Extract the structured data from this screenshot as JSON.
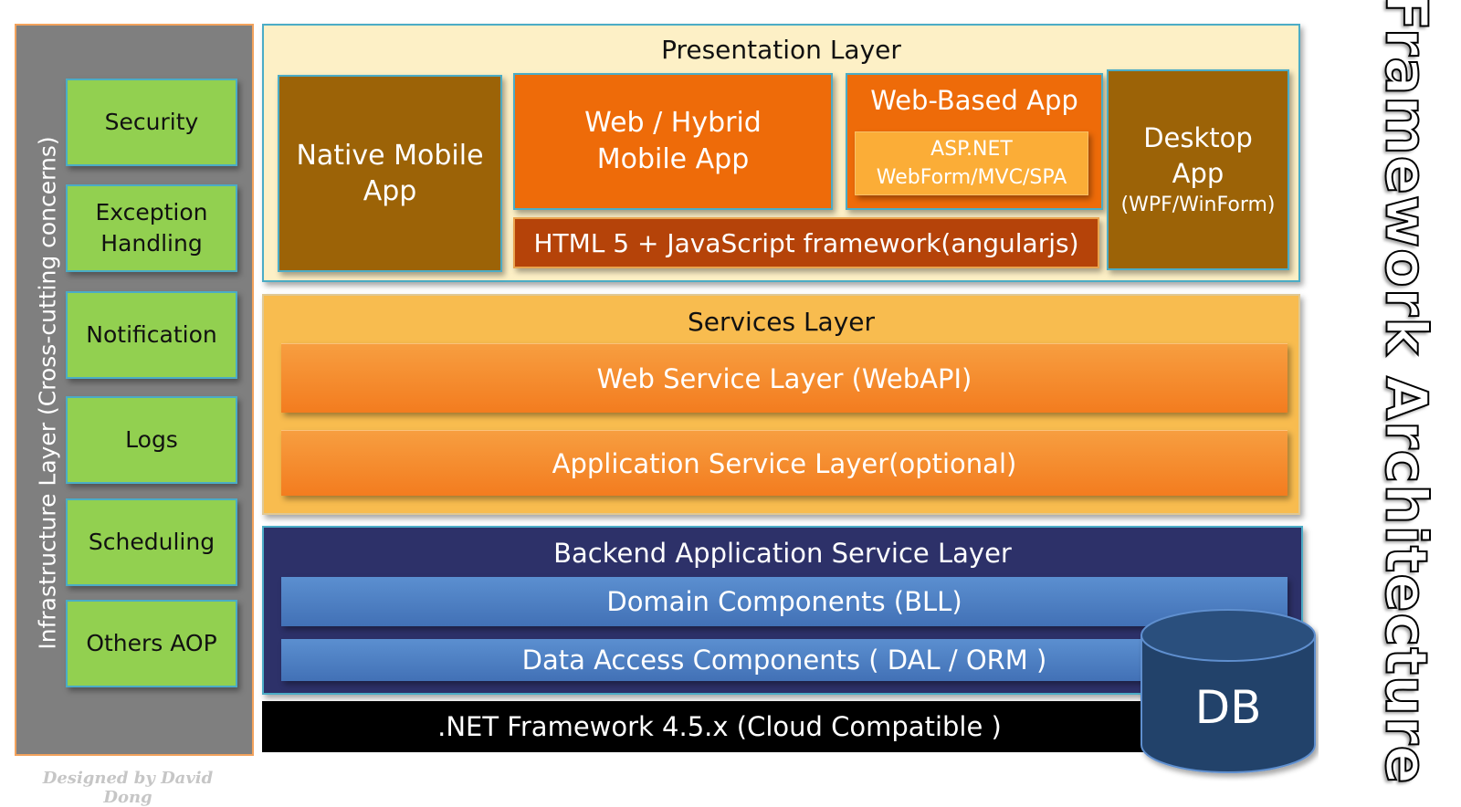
{
  "page_title": "Framework Architecture",
  "credit": "Designed by David Dong",
  "infrastructure": {
    "label": "Infrastructure Layer (Cross-cutting concerns)",
    "items": [
      "Security",
      "Exception Handling",
      "Notification",
      "Logs",
      "Scheduling",
      "Others AOP"
    ]
  },
  "presentation": {
    "title": "Presentation Layer",
    "native_mobile": "Native Mobile App",
    "web_hybrid": "Web / Hybrid Mobile App",
    "web_based": {
      "title": "Web-Based App",
      "aspnet": "ASP.NET WebForm/MVC/SPA"
    },
    "html5": "HTML 5 + JavaScript framework(angularjs)",
    "desktop": {
      "main": "Desktop App",
      "sub": "(WPF/WinForm)"
    }
  },
  "services": {
    "title": "Services Layer",
    "web_service": "Web Service Layer (WebAPI)",
    "application_service": "Application  Service Layer(optional)"
  },
  "backend": {
    "title": "Backend Application Service Layer",
    "domain": "Domain Components (BLL)",
    "data_access": "Data Access Components ( DAL / ORM )"
  },
  "dotnet": ".NET Framework 4.5.x (Cloud  Compatible )",
  "db": "DB",
  "colors": {
    "infra_bg": "#7f7f7f",
    "infra_item": "#92d050",
    "presentation_bg": "#fdf0c6",
    "brown": "#9c6307",
    "orange": "#ee6b09",
    "services_bg": "#f8bc4f",
    "backend_bg": "#2d3169",
    "blue_bar": "#4f81bd",
    "db": "#23426a"
  }
}
